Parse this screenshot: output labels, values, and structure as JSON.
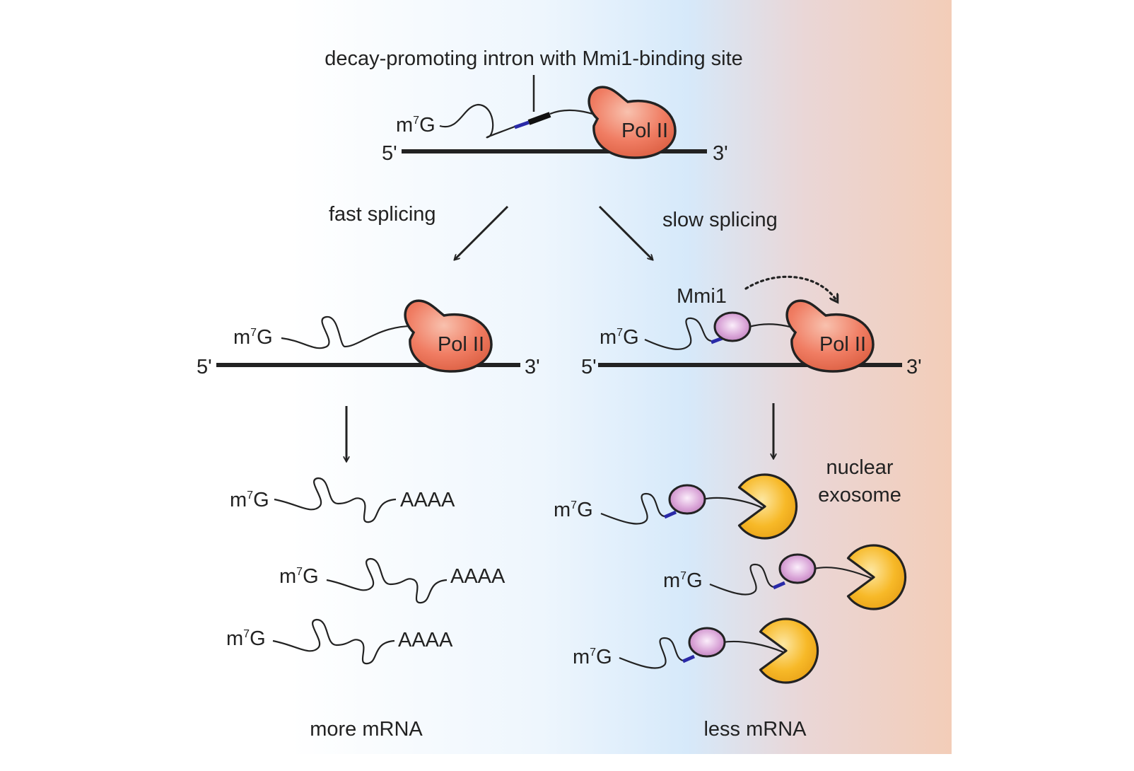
{
  "title": "decay-promoting intron with Mmi1-binding site",
  "labels": {
    "cap": "m",
    "cap_sup": "7",
    "cap_end": "G",
    "five_prime": "5'",
    "three_prime": "3'",
    "pol": "Pol II",
    "mmi1": "Mmi1",
    "polya": "AAAA",
    "fast": "fast splicing",
    "slow": "slow splicing",
    "exosome_line1": "nuclear",
    "exosome_line2": "exosome",
    "more": "more mRNA",
    "less": "less mRNA"
  },
  "colors": {
    "background_mid": "#d6e9fa",
    "background_right": "#f3cdb8",
    "pol_fill": "#f07d63",
    "mmi1_fill": "#d8a2d6",
    "exosome_fill": "#f7b928",
    "binding_site": "#2a2aa8",
    "strand": "#222222"
  }
}
